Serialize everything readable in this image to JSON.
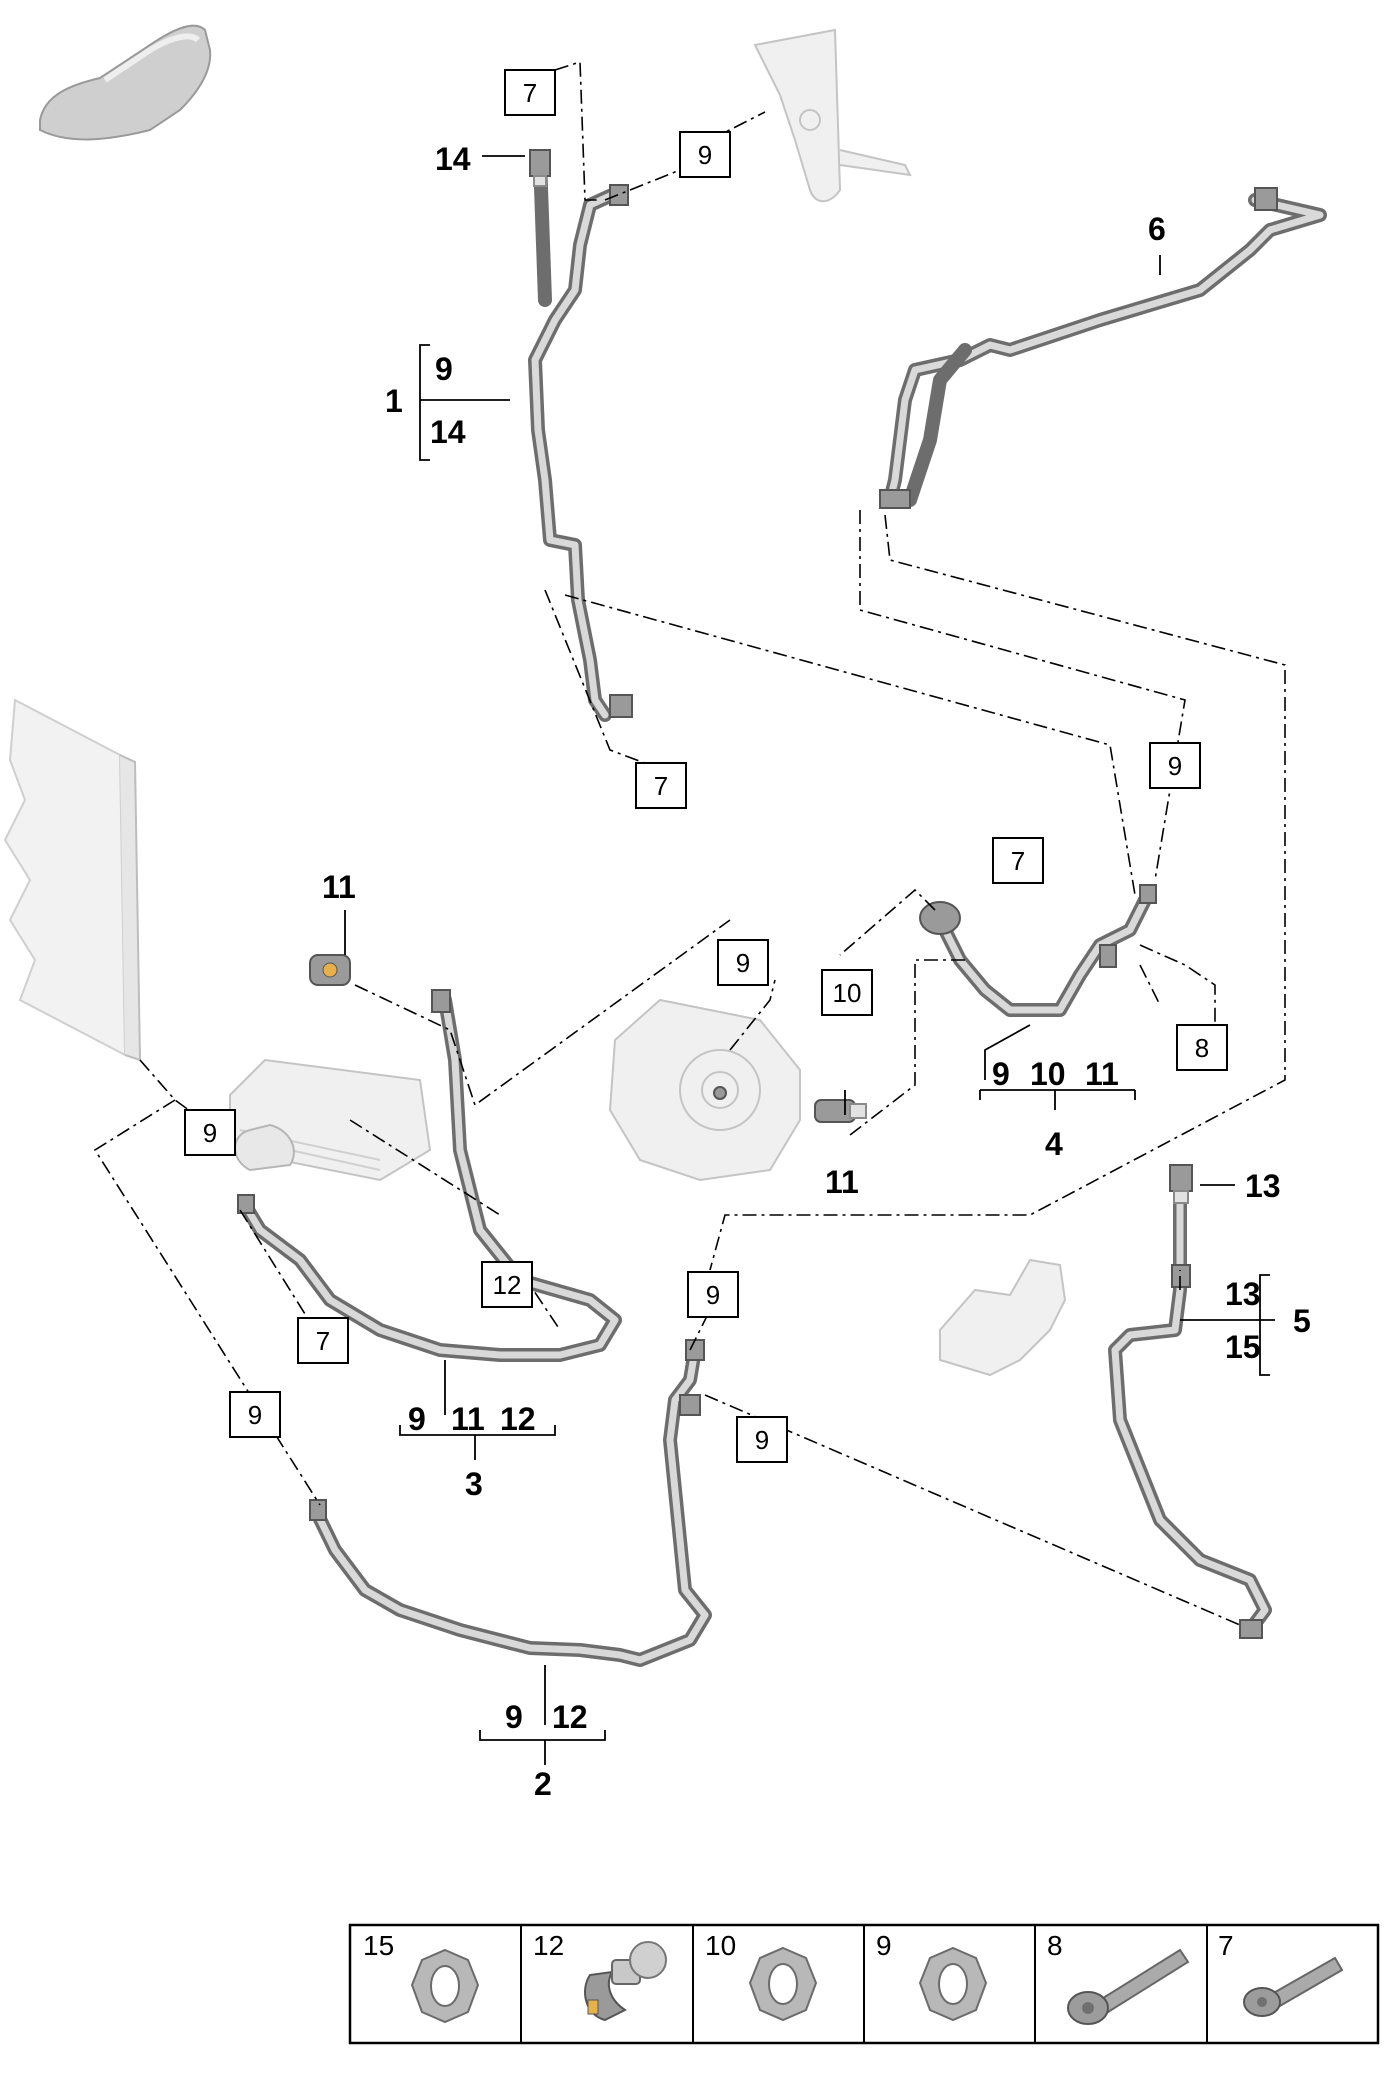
{
  "legend": {
    "cells": [
      {
        "number": "15",
        "icon": "ring-seal-icon"
      },
      {
        "number": "12",
        "icon": "hose-clamp-icon"
      },
      {
        "number": "10",
        "icon": "ring-seal-icon"
      },
      {
        "number": "9",
        "icon": "ring-seal-icon"
      },
      {
        "number": "8",
        "icon": "long-bolt-icon"
      },
      {
        "number": "7",
        "icon": "bolt-icon"
      }
    ]
  },
  "callouts": {
    "c1": {
      "main": "1",
      "sub": [
        "9",
        "14"
      ]
    },
    "c2": {
      "main": "2",
      "sub": [
        "9",
        "12"
      ]
    },
    "c3": {
      "main": "3",
      "sub": [
        "9",
        "11",
        "12"
      ]
    },
    "c4": {
      "main": "4",
      "sub": [
        "9",
        "10",
        "11"
      ]
    },
    "c5": {
      "main": "5",
      "sub": [
        "13",
        "15"
      ]
    },
    "c6": {
      "main": "6"
    },
    "c11a": {
      "main": "11"
    },
    "c11b": {
      "main": "11"
    },
    "c13": {
      "main": "13"
    },
    "c14": {
      "main": "14"
    }
  },
  "boxes": [
    "7",
    "9",
    "7",
    "9",
    "7",
    "9",
    "10",
    "8",
    "9",
    "12",
    "7",
    "9",
    "9",
    "9"
  ]
}
